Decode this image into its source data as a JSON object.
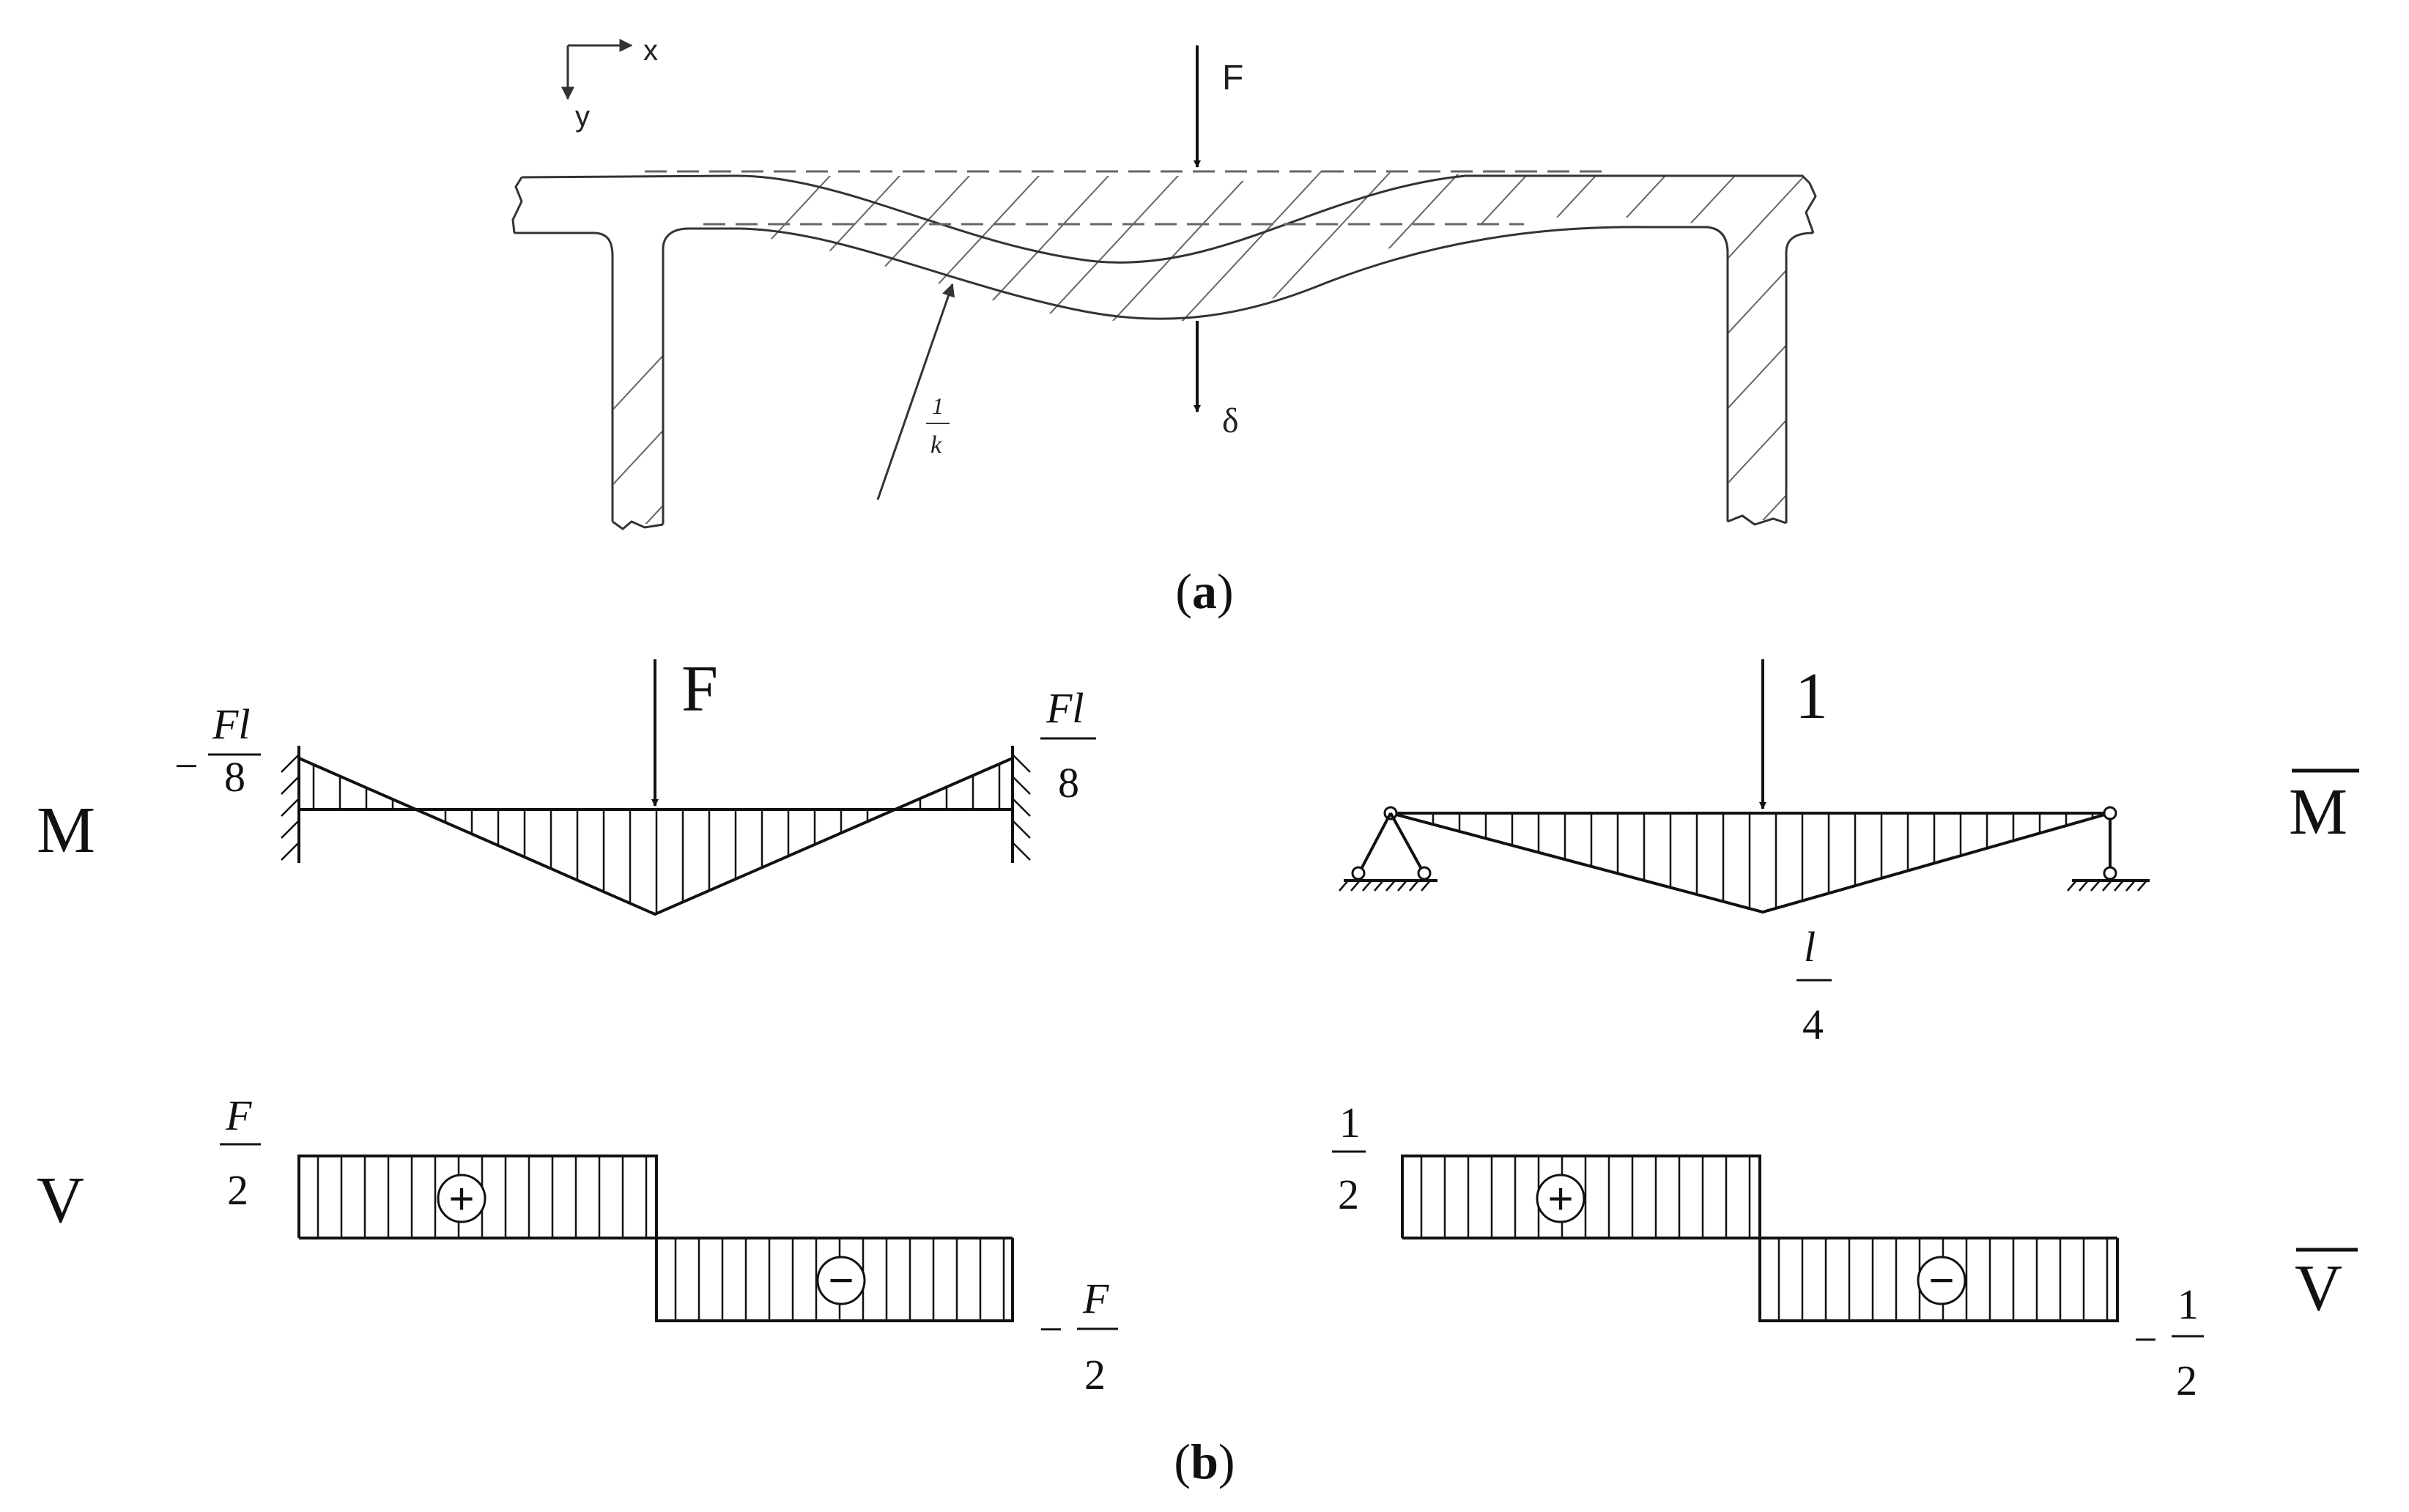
{
  "panel_a": {
    "axis_x": "x",
    "axis_y": "y",
    "load": "F",
    "deflection": "δ",
    "curvature_num": "1",
    "curvature_den": "k",
    "caption_open": "(",
    "caption_letter": "a",
    "caption_close": ")"
  },
  "panel_b": {
    "caption_open": "(",
    "caption_letter": "b",
    "caption_close": ")",
    "moment_real": {
      "row_label": "M",
      "load": "F",
      "left_value_sign": "−",
      "left_value_num": "Fl",
      "left_value_den": "8",
      "right_value_num": "Fl",
      "right_value_den": "8"
    },
    "moment_unit": {
      "row_label": "M",
      "load": "1",
      "mid_value_num": "l",
      "mid_value_den": "4"
    },
    "shear_real": {
      "row_label": "V",
      "top_value_num": "F",
      "top_value_den": "2",
      "bottom_value_sign": "−",
      "bottom_value_num": "F",
      "bottom_value_den": "2",
      "pos_sign": "+",
      "neg_sign": "−"
    },
    "shear_unit": {
      "row_label": "V",
      "top_value_num": "1",
      "top_value_den": "2",
      "bottom_value_sign": "−",
      "bottom_value_num": "1",
      "bottom_value_den": "2",
      "pos_sign": "+",
      "neg_sign": "−"
    }
  }
}
